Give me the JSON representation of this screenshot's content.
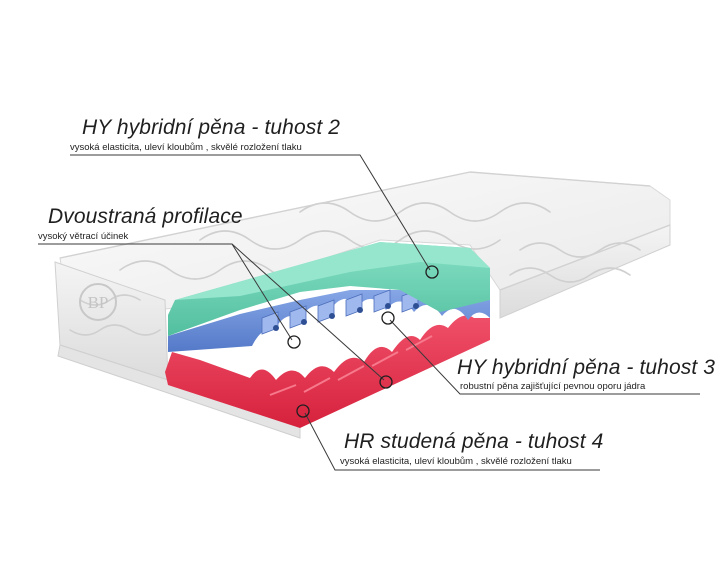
{
  "logo_text": "BP",
  "colors": {
    "cover": "#f2f2f2",
    "top_foam": "#6fd3b5",
    "middle_foam": "#6d92d9",
    "bottom_foam": "#e8334e",
    "leader": "#3a3a3a"
  },
  "callouts": {
    "hy2": {
      "title": "HY hybridní pěna - tuhost 2",
      "subtitle": "vysoká elasticita, uleví kloubům , skvělé rozložení tlaku"
    },
    "profile": {
      "title": "Dvoustraná profilace",
      "subtitle": "vysoký větrací účinek"
    },
    "hy3": {
      "title": "HY hybridní pěna - tuhost 3",
      "subtitle": "robustní pěna zajišťující pevnou oporu jádra"
    },
    "hr4": {
      "title": "HR studená pěna - tuhost 4",
      "subtitle": "vysoká elasticita, uleví kloubům , skvělé rozložení tlaku"
    }
  }
}
